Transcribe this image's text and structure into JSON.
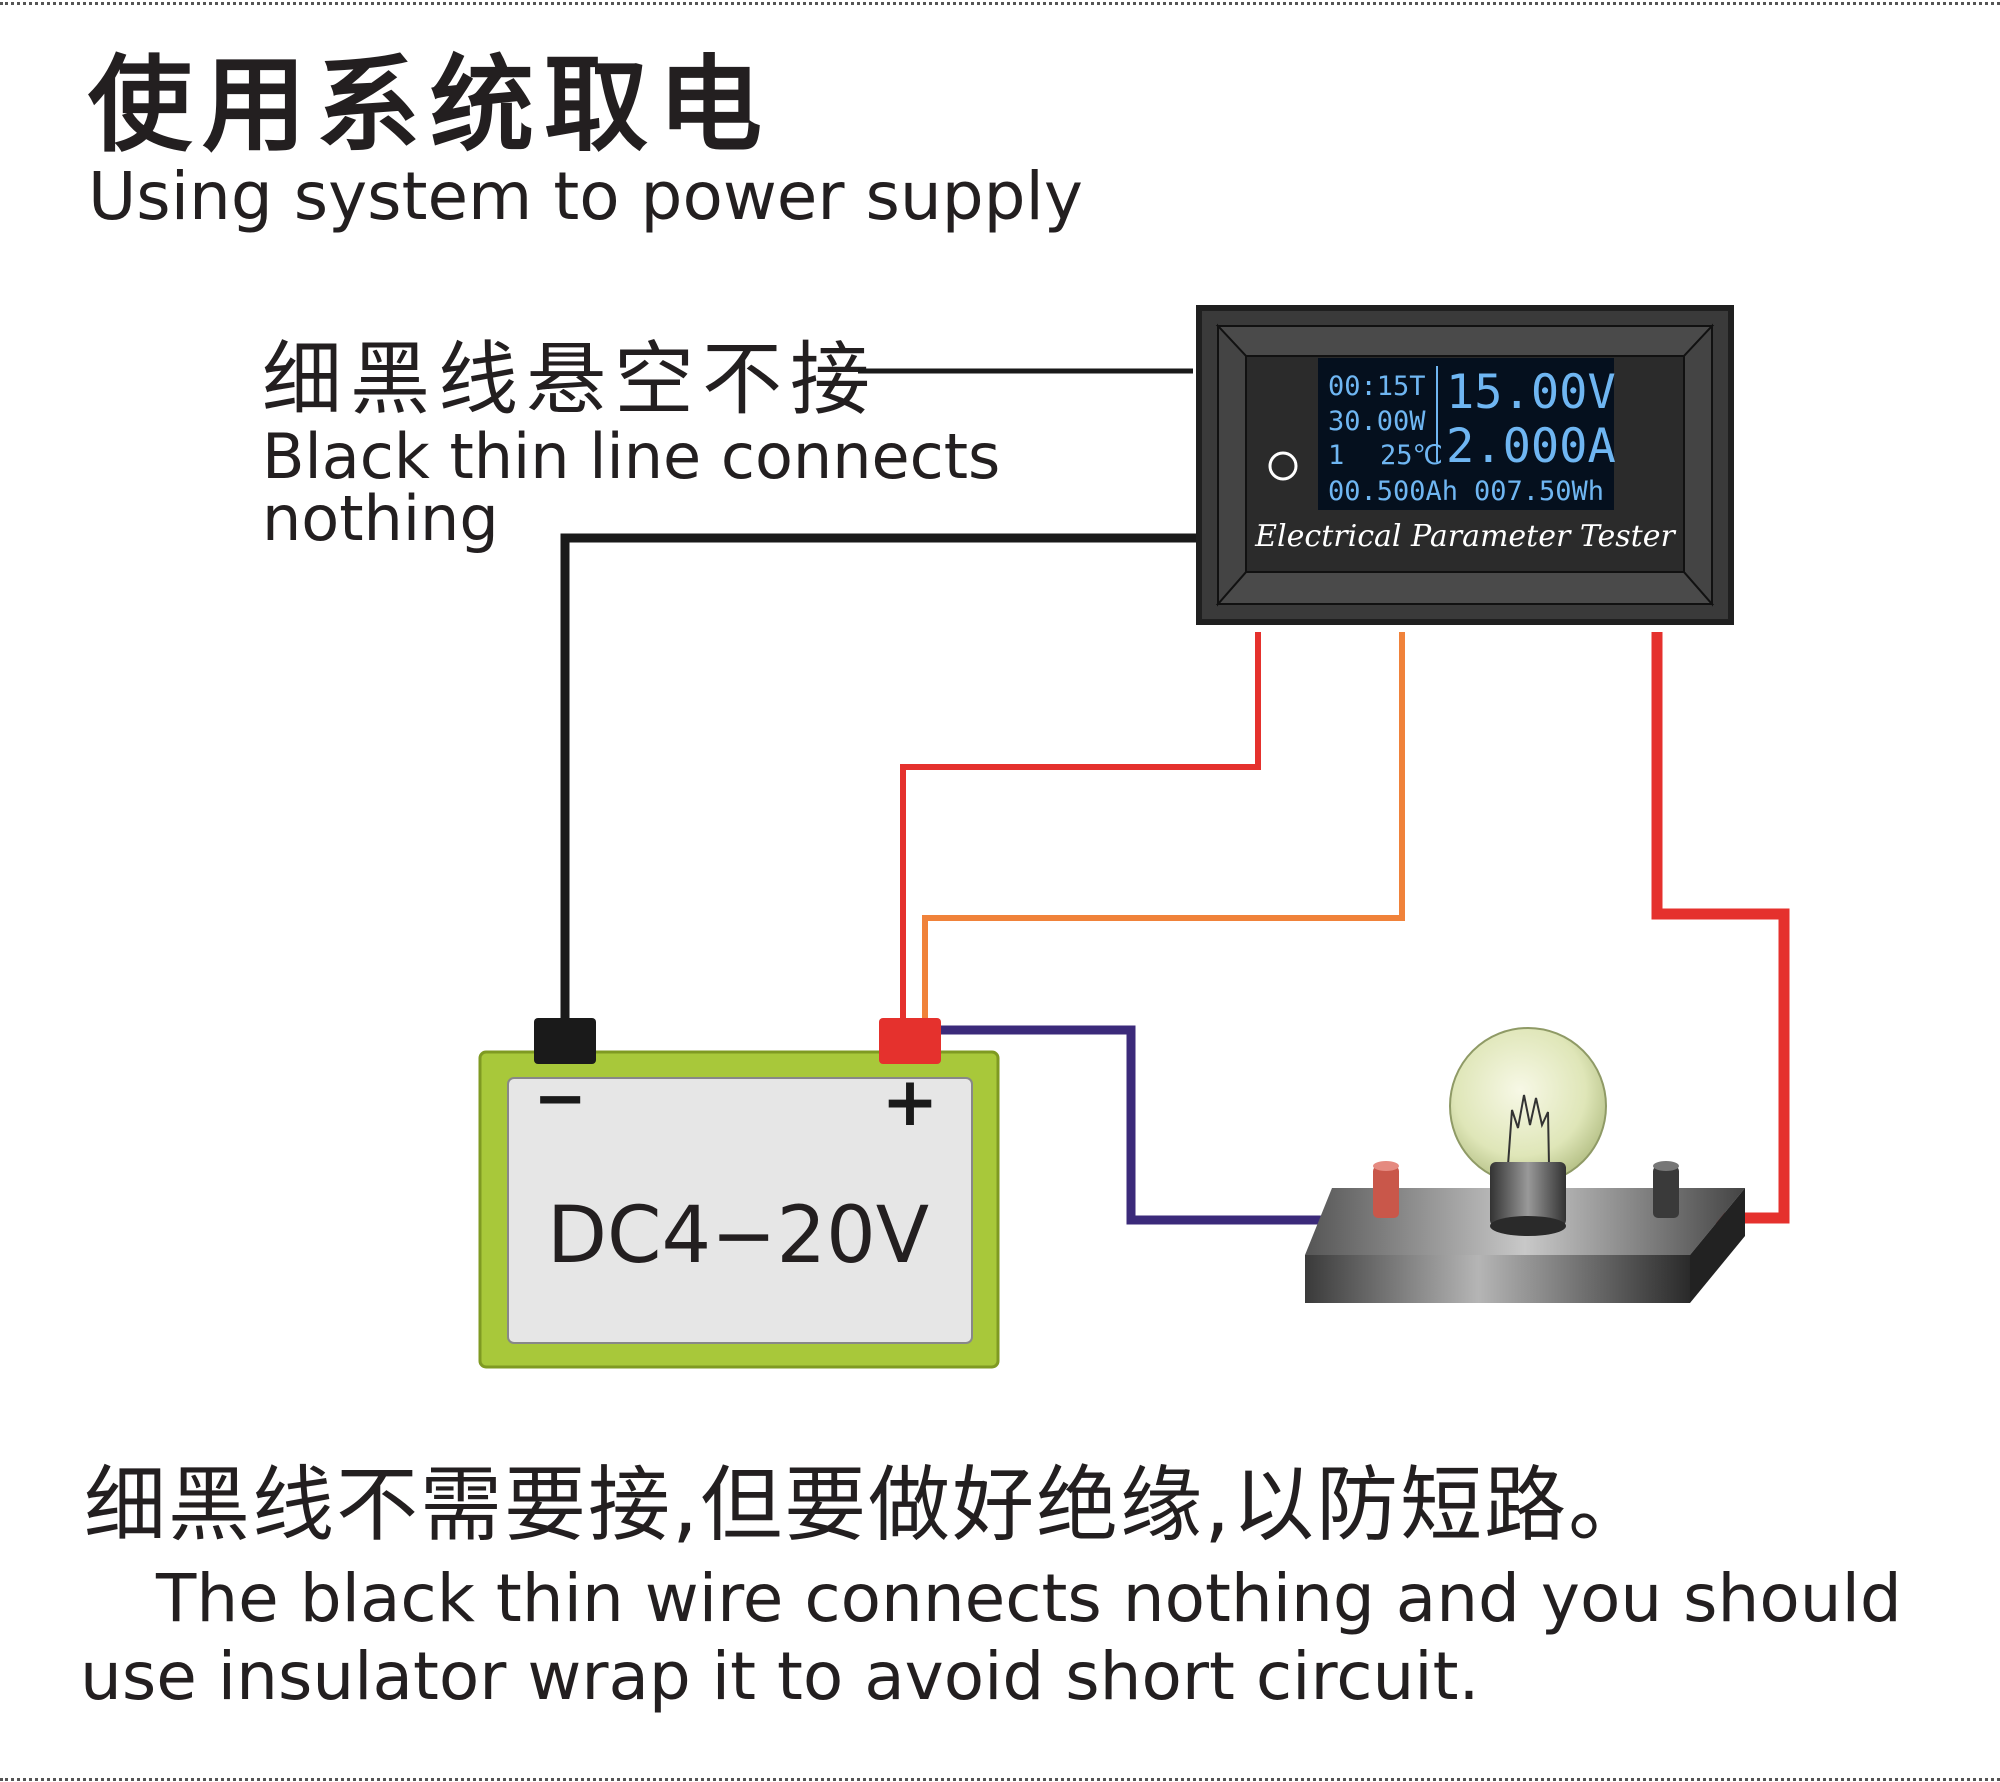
{
  "title": {
    "cn": "使用系统取电",
    "en": "Using system to power supply"
  },
  "note": {
    "cn": "细黑线悬空不接",
    "en_line1": "Black  thin  line connects",
    "en_line2": "nothing"
  },
  "tester": {
    "lcd_time": "00:15T",
    "lcd_power": "30.00W",
    "lcd_index": "1",
    "lcd_temp": "25℃",
    "lcd_voltage": "15.00V",
    "lcd_current": "2.000A",
    "lcd_ah": "00.500Ah",
    "lcd_wh": "007.50Wh",
    "label": "Electrical Parameter Tester"
  },
  "battery": {
    "minus": "−",
    "plus": "+",
    "label": "DC4−20V"
  },
  "bottom": {
    "cn": "细黑线不需要接,但要做好绝缘,以防短路。",
    "en_line1": "The black thin wire connects nothing and you should",
    "en_line2": "use insulator wrap it to avoid short circuit."
  },
  "colors": {
    "wire_black": "#1a1a1a",
    "wire_red": "#e5312d",
    "wire_orange": "#f0823a",
    "wire_purple": "#3b2a7a",
    "battery_green": "#a8c83a",
    "battery_face": "#e6e6e6",
    "lcd_blue": "#6fb6f2",
    "meter_body": "#333333"
  }
}
